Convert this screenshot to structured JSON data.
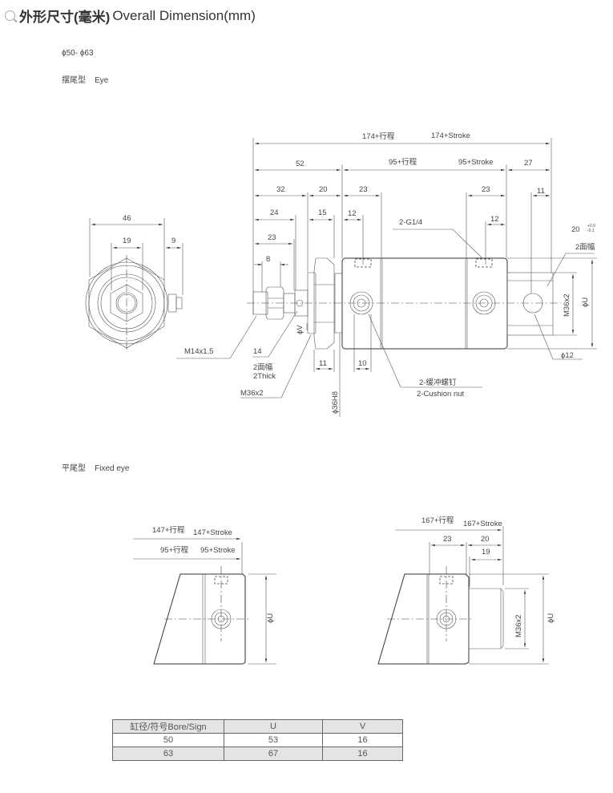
{
  "header": {
    "title_cn": "外形尺寸(毫米)",
    "title_en": "Overall Dimension(mm)",
    "icon": "search-icon"
  },
  "bore_range": "ϕ50- ϕ63",
  "sections": {
    "eye": {
      "label_cn": "摆尾型",
      "label_en": "Eye"
    },
    "fixed_eye": {
      "label_cn": "平尾型",
      "label_en": "Fixed  eye"
    }
  },
  "eye_drawing": {
    "end_view": {
      "d46": "46",
      "d19": "19",
      "d9": "9"
    },
    "overall_cn": "174+行程",
    "overall_en": "174+Stroke",
    "d52": "52",
    "body_cn": "95+行程",
    "body_en": "95+Stroke",
    "d27": "27",
    "d32": "32",
    "d20": "20",
    "d23a": "23",
    "d23b": "23",
    "d11top": "11",
    "d24": "24",
    "d15": "15",
    "d12a": "12",
    "d12b": "12",
    "d23c": "23",
    "d8": "8",
    "port": "2-G1/4",
    "flat_width": "20",
    "tol_upper": "+0.0",
    "tol_lower": "-0.1",
    "flats_cn": "2面幅",
    "rear_thread": "M36x2",
    "phi_u": "ϕU",
    "phi_12": "ϕ12",
    "rod_thread": "M14x1.5",
    "d14": "14",
    "thick_cn": "2面幅",
    "thick_en": "2Thick",
    "phi_v": "ϕV",
    "front_thread": "M36x2",
    "d11": "11",
    "d10": "10",
    "phi_36h8": "ϕ36H8",
    "cushion_cn": "2-缓冲螺钉",
    "cushion_en": "2-Cushion nut"
  },
  "fixed_drawing_left": {
    "overall_cn": "147+行程",
    "overall_en": "147+Stroke",
    "body_cn": "95+行程",
    "body_en": "95+Stroke",
    "phi_u": "ϕU"
  },
  "fixed_drawing_right": {
    "overall_cn": "167+行程",
    "overall_en": "167+Stroke",
    "d23": "23",
    "d20": "20",
    "d19": "19",
    "thread": "M36x2",
    "phi_u": "ϕU"
  },
  "table": {
    "headers": [
      "缸径/符号Bore/Sign",
      "U",
      "V"
    ],
    "rows": [
      [
        "50",
        "53",
        "16"
      ],
      [
        "63",
        "67",
        "16"
      ]
    ]
  }
}
